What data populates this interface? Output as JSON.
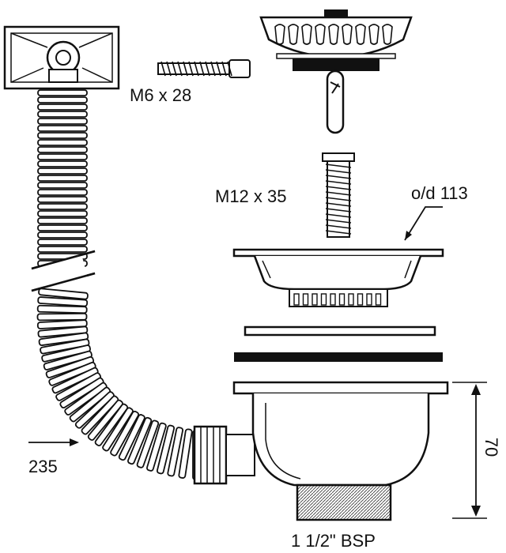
{
  "labels": {
    "screw_small": "M6 x 28",
    "screw_large": "M12 x 35",
    "outer_diameter": "o/d 113",
    "height": "70",
    "hose_length": "235",
    "thread": "1 1/2\" BSP"
  },
  "colors": {
    "ink": "#111111",
    "paper": "#ffffff",
    "shade": "#d9d9d9"
  }
}
